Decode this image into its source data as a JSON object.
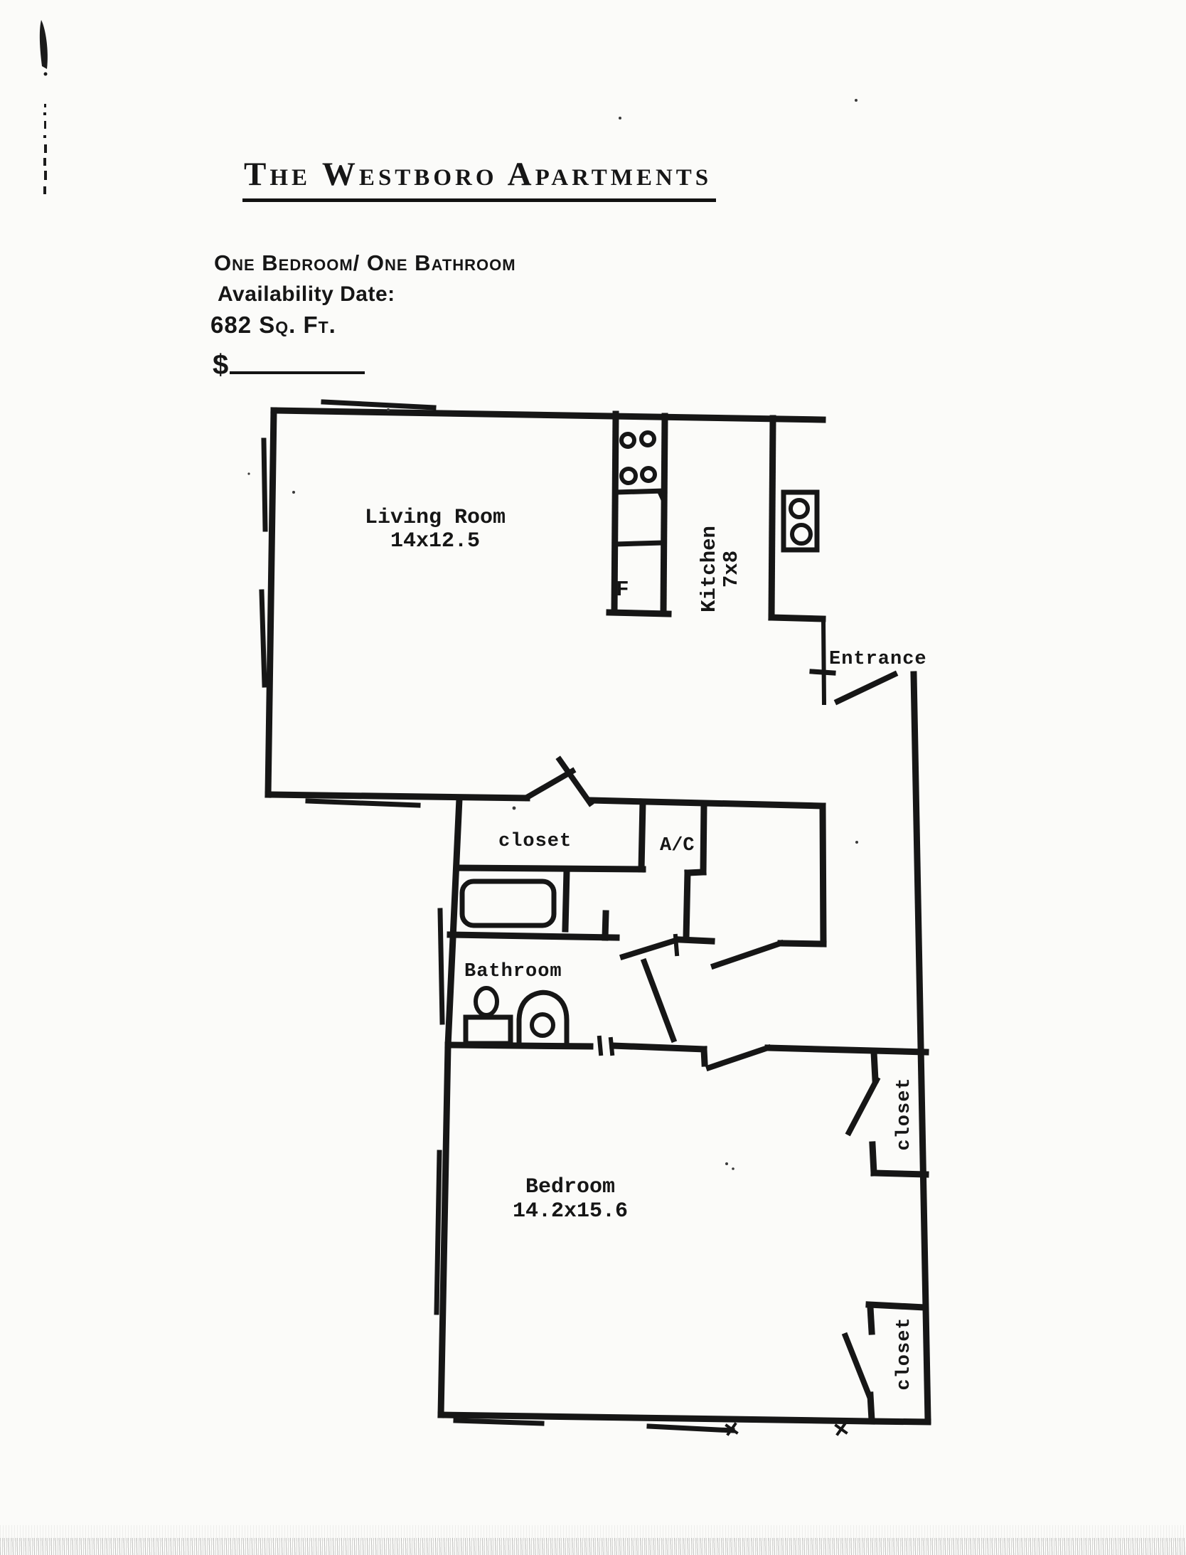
{
  "header": {
    "title": "The Westboro Apartments",
    "unit_type": "One Bedroom/ One Bathroom",
    "availability_label": "Availability Date:",
    "area": "682 Sq. Ft.",
    "price_prefix": "$"
  },
  "floorplan": {
    "living_room": {
      "name": "Living Room",
      "dims": "14x12.5"
    },
    "kitchen": {
      "name": "Kitchen",
      "dims": "7x8"
    },
    "fridge_label": "F",
    "entrance_label": "Entrance",
    "hall_closet_label": "closet",
    "ac_label": "A/C",
    "bathroom_label": "Bathroom",
    "bedroom": {
      "name": "Bedroom",
      "dims": "14.2x15.6"
    },
    "bedroom_closet1_label": "closet",
    "bedroom_closet2_label": "closet"
  },
  "colors": {
    "ink": "#161616",
    "paper": "#fbfbf9"
  }
}
